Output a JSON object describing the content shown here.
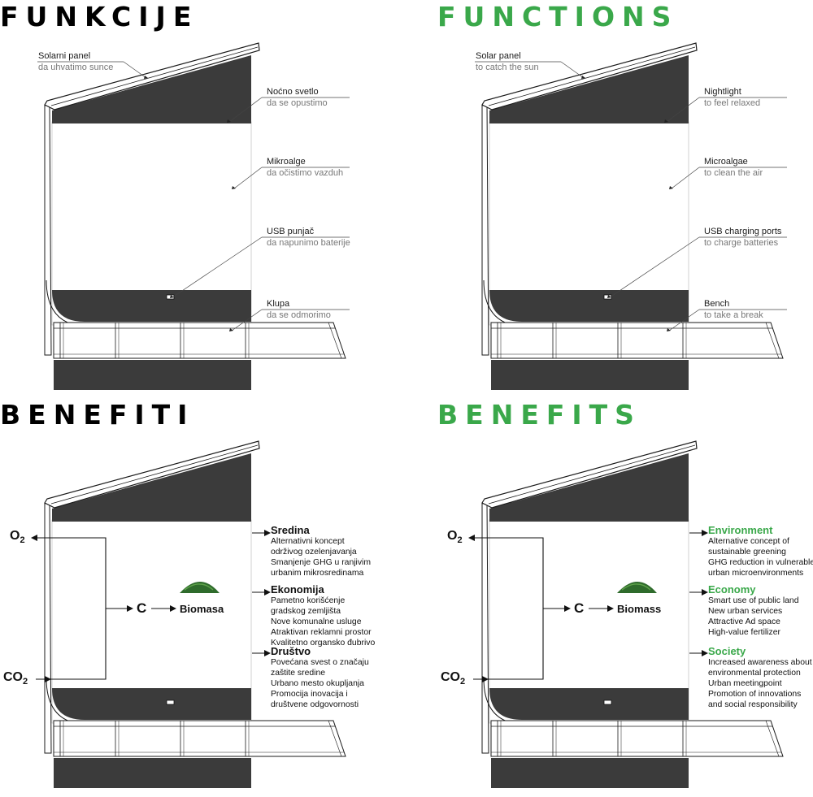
{
  "colors": {
    "ink": "#1a1a1a",
    "dark_fill": "#3b3b3b",
    "accent_green": "#3aa84a",
    "muted_text": "#777777"
  },
  "panels": [
    {
      "kind": "functions",
      "title": "FUNKCIJE",
      "title_color": "#000000",
      "labels": [
        {
          "main": "Solarni panel",
          "sub": "da uhvatimo sunce"
        },
        {
          "main": "Noćno svetlo",
          "sub": "da se opustimo"
        },
        {
          "main": "Mikroalge",
          "sub": "da očistimo vazduh"
        },
        {
          "main": "USB punjač",
          "sub": "da napunimo baterije"
        },
        {
          "main": "Klupa",
          "sub": "da  se odmorimo"
        }
      ]
    },
    {
      "kind": "functions",
      "title": "FUNCTIONS",
      "title_color": "#3aa84a",
      "labels": [
        {
          "main": "Solar panel",
          "sub": "to catch the sun"
        },
        {
          "main": "Nightlight",
          "sub": "to feel relaxed"
        },
        {
          "main": "Microalgae",
          "sub": "to clean the air"
        },
        {
          "main": "USB charging ports",
          "sub": "to charge batteries"
        },
        {
          "main": "Bench",
          "sub": "to take a break"
        }
      ]
    },
    {
      "kind": "benefits",
      "title": "BENEFITI",
      "title_color": "#000000",
      "head_color": "#111111",
      "o2": "O",
      "co2": "CO",
      "subscript": "2",
      "carbon": "C",
      "biomass": "Biomasa",
      "benefits": [
        {
          "head": "Sredina",
          "items": [
            "Alternativni koncept",
            "održivog ozelenjavanja",
            "Smanjenje GHG u ranjivim",
            "urbanim mikrosredinama"
          ]
        },
        {
          "head": "Ekonomija",
          "items": [
            "Pametno korišćenje",
            "gradskog zemljišta",
            "Nove komunalne usluge",
            "Atraktivan reklamni prostor",
            "Kvalitetno organsko đubrivo"
          ]
        },
        {
          "head": "Društvo",
          "items": [
            "Povećana svest o značaju",
            "zaštite sredine",
            "Urbano mesto okupljanja",
            "Promocija inovacija i",
            "društvene odgovornosti"
          ]
        }
      ]
    },
    {
      "kind": "benefits",
      "title": "BENEFITS",
      "title_color": "#3aa84a",
      "head_color": "#3aa84a",
      "o2": "O",
      "co2": "CO",
      "subscript": "2",
      "carbon": "C",
      "biomass": "Biomass",
      "benefits": [
        {
          "head": "Environment",
          "items": [
            "Alternative concept of",
            "sustainable greening",
            "GHG reduction in vulnerable",
            "urban microenvironments"
          ]
        },
        {
          "head": "Economy",
          "items": [
            "Smart use of public land",
            "New urban services",
            "Attractive Ad space",
            "High-value fertilizer"
          ]
        },
        {
          "head": "Society",
          "items": [
            "Increased awareness about",
            "environmental protection",
            "Urban meetingpoint",
            "Promotion of innovations",
            "and social responsibility"
          ]
        }
      ]
    }
  ]
}
